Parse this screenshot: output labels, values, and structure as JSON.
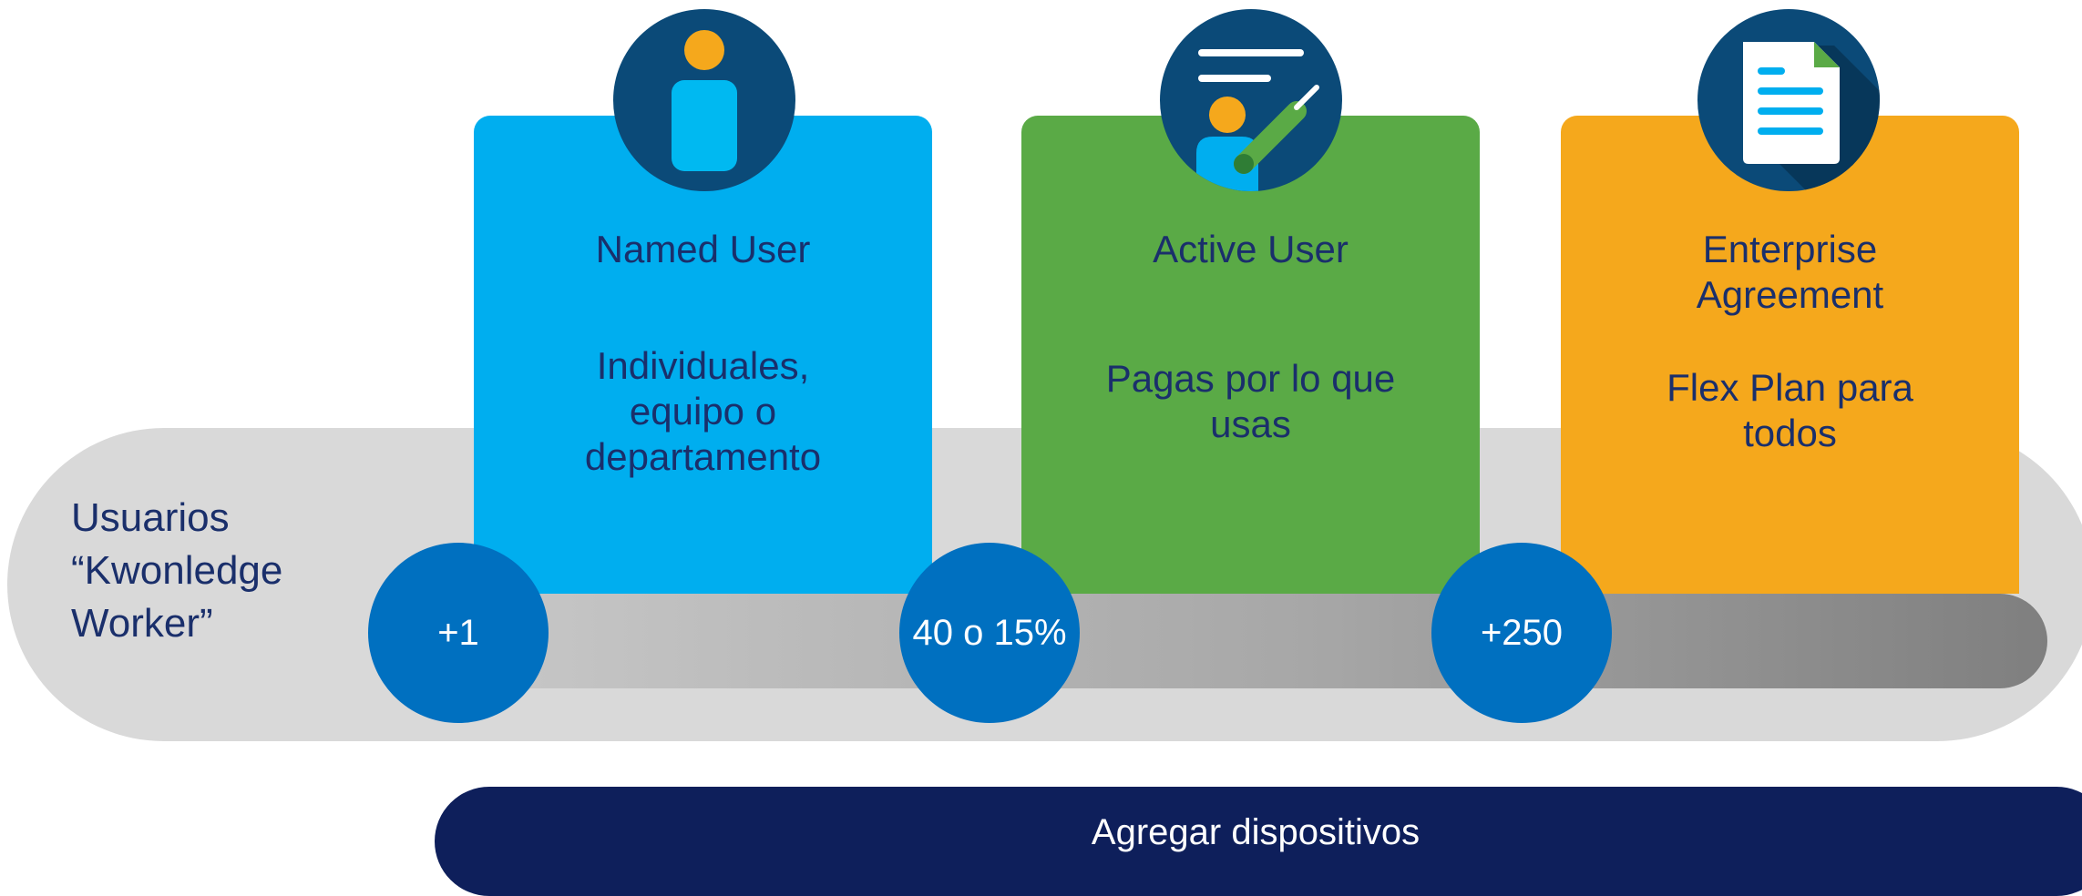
{
  "side_label": "Usuarios\n“Kwonledge\nWorker”",
  "plans": [
    {
      "icon": "info-person-icon",
      "title": "Named User",
      "description": "Individuales,\nequipo o\ndepartamento",
      "count": "+1",
      "color": "#00aeef"
    },
    {
      "icon": "presenter-icon",
      "title": "Active User",
      "description": "Pagas por lo que\nusas",
      "count": "40 o 15%",
      "color": "#5aaa46"
    },
    {
      "icon": "document-icon",
      "title": "Enterprise\nAgreement",
      "description": "Flex Plan  para\ntodos",
      "count": "+250",
      "color": "#f5a81c"
    }
  ],
  "footer_button": "Agregar dispositivos",
  "colors": {
    "track": "#d9d9d9",
    "count_circle": "#0070c0",
    "icon_circle": "#0b4a78",
    "footer": "#0e1f5b",
    "text": "#1a2f6b"
  }
}
